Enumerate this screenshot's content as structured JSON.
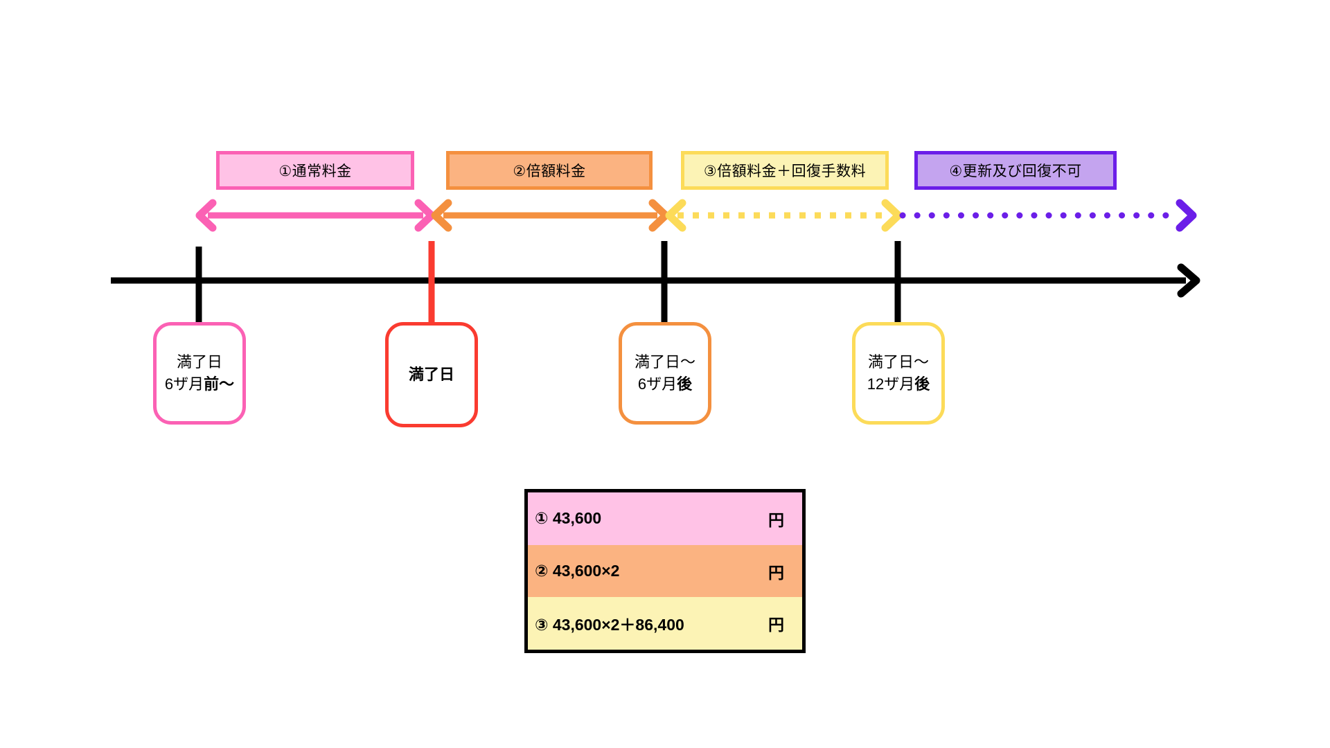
{
  "diagram": {
    "title_hidden": "",
    "colors": {
      "pink_fill": "#ffc2e6",
      "pink_stroke": "#fb61b4",
      "orange_fill": "#fbb381",
      "orange_stroke": "#f4903f",
      "yellow_fill": "#fcf3b5",
      "yellow_stroke": "#fcdb59",
      "purple_fill": "#c4a4ef",
      "purple_stroke": "#6b1ee8",
      "red_stroke": "#fa3b30",
      "axis": "#000000"
    }
  },
  "categories": [
    {
      "id": "cat1",
      "label": "①通常料金"
    },
    {
      "id": "cat2",
      "label": "②倍額料金"
    },
    {
      "id": "cat3",
      "label": "③倍額料金＋回復手数料"
    },
    {
      "id": "cat4",
      "label": "④更新及び回復不可"
    }
  ],
  "arrows": [
    {
      "id": "arrow1",
      "style": "solid",
      "color": "#fb61b4",
      "heads": "both"
    },
    {
      "id": "arrow2",
      "style": "solid",
      "color": "#f4903f",
      "heads": "both"
    },
    {
      "id": "arrow3",
      "style": "dotted-square",
      "color": "#fcdb59",
      "heads": "both"
    },
    {
      "id": "arrow4",
      "style": "dotted-round",
      "color": "#6b1ee8",
      "heads": "right"
    }
  ],
  "milestones": [
    {
      "id": "ms1",
      "line1": "満了日",
      "line2_plain": "6ザ月",
      "line2_bold": "前～",
      "tick_color": "#000000",
      "border": "#fb61b4",
      "bold_all": false
    },
    {
      "id": "ms2",
      "line1": "満了日",
      "line2_plain": "",
      "line2_bold": "",
      "tick_color": "#fa3b30",
      "border": "#fa3b30",
      "bold_all": true
    },
    {
      "id": "ms3",
      "line1": "満了日～",
      "line2_plain": "6ザ月",
      "line2_bold": "後",
      "tick_color": "#000000",
      "border": "#f4903f",
      "bold_all": false
    },
    {
      "id": "ms4",
      "line1": "満了日～",
      "line2_plain": "12ザ月",
      "line2_bold": "後",
      "tick_color": "#000000",
      "border": "#fcdb59",
      "bold_all": false
    }
  ],
  "price_table": {
    "rows": [
      {
        "id": "row1",
        "amount": "① 43,600",
        "unit": "円",
        "bg": "#ffc2e6"
      },
      {
        "id": "row2",
        "amount": "② 43,600×2",
        "unit": "円",
        "bg": "#fbb381"
      },
      {
        "id": "row3",
        "amount": "③ 43,600×2＋86,400",
        "unit": "円",
        "bg": "#fcf3b5"
      }
    ]
  }
}
